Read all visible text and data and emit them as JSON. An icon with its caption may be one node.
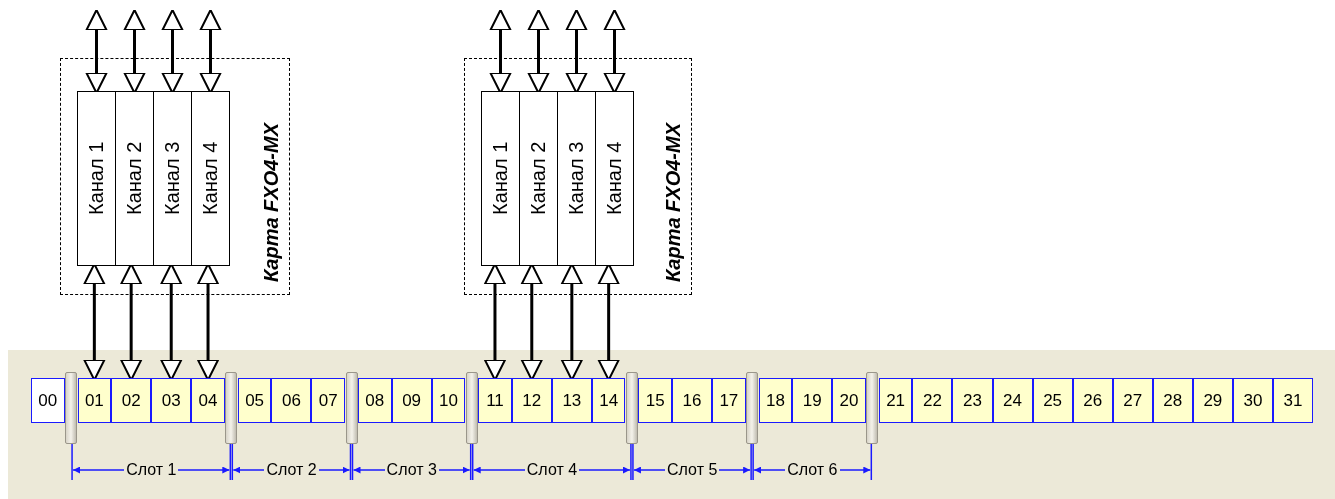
{
  "diagram": {
    "nodes": [
      {
        "text": [
          "Карта FXO4-MX"
        ]
      },
      {
        "text": [
          "Канал 1"
        ],
        "in": 0
      },
      {
        "text": [
          "Канал 2"
        ],
        "in": 0
      },
      {
        "text": [
          "Канал 3"
        ],
        "in": 0
      },
      {
        "text": [
          "Канал 4"
        ],
        "in": 0
      },
      {
        "text": [
          "Карта FXO4-MX"
        ]
      },
      {
        "text": [
          "Канал 1"
        ],
        "in": 5
      },
      {
        "text": [
          "Канал 2"
        ],
        "in": 5
      },
      {
        "text": [
          "Канал 3"
        ],
        "in": 5
      },
      {
        "text": [
          "Канал 4"
        ],
        "in": 5
      },
      {
        "text": [
          "00"
        ]
      },
      {
        "text": [
          "01"
        ]
      },
      {
        "text": [
          "02"
        ]
      },
      {
        "text": [
          "03"
        ]
      },
      {
        "text": [
          "04"
        ]
      },
      {
        "text": [
          "05"
        ]
      },
      {
        "text": [
          "06"
        ]
      },
      {
        "text": [
          "07"
        ]
      },
      {
        "text": [
          "08"
        ]
      },
      {
        "text": [
          "09"
        ]
      },
      {
        "text": [
          "10"
        ]
      },
      {
        "text": [
          "11"
        ]
      },
      {
        "text": [
          "12"
        ]
      },
      {
        "text": [
          "13"
        ]
      },
      {
        "text": [
          "14"
        ]
      },
      {
        "text": [
          "15"
        ]
      },
      {
        "text": [
          "16"
        ]
      },
      {
        "text": [
          "17"
        ]
      },
      {
        "text": [
          "18"
        ]
      },
      {
        "text": [
          "19"
        ]
      },
      {
        "text": [
          "20"
        ]
      },
      {
        "text": [
          "21"
        ]
      },
      {
        "text": [
          "22"
        ]
      },
      {
        "text": [
          "23"
        ]
      },
      {
        "text": [
          "24"
        ]
      },
      {
        "text": [
          "25"
        ]
      },
      {
        "text": [
          "26"
        ]
      },
      {
        "text": [
          "27"
        ]
      },
      {
        "text": [
          "28"
        ]
      },
      {
        "text": [
          "29"
        ]
      },
      {
        "text": [
          "30"
        ]
      },
      {
        "text": [
          "31"
        ]
      }
    ],
    "edges": [
      {
        "from": 1,
        "to": null,
        "arrow": "both"
      },
      {
        "from": 2,
        "to": null,
        "arrow": "both"
      },
      {
        "from": 3,
        "to": null,
        "arrow": "both"
      },
      {
        "from": 4,
        "to": null,
        "arrow": "both"
      },
      {
        "from": 1,
        "to": 11,
        "arrow": "both"
      },
      {
        "from": 2,
        "to": 12,
        "arrow": "both"
      },
      {
        "from": 3,
        "to": 13,
        "arrow": "both"
      },
      {
        "from": 4,
        "to": 14,
        "arrow": "both"
      },
      {
        "from": 6,
        "to": null,
        "arrow": "both"
      },
      {
        "from": 7,
        "to": null,
        "arrow": "both"
      },
      {
        "from": 8,
        "to": null,
        "arrow": "both"
      },
      {
        "from": 9,
        "to": null,
        "arrow": "both"
      },
      {
        "from": 6,
        "to": 21,
        "arrow": "both"
      },
      {
        "from": 7,
        "to": 22,
        "arrow": "both"
      },
      {
        "from": 8,
        "to": 23,
        "arrow": "both"
      },
      {
        "from": 9,
        "to": 24,
        "arrow": "both"
      }
    ],
    "labels": [
      "Слот 1",
      "Слот 2",
      "Слот 3",
      "Слот 4",
      "Слот 5",
      "Слот 6"
    ]
  }
}
